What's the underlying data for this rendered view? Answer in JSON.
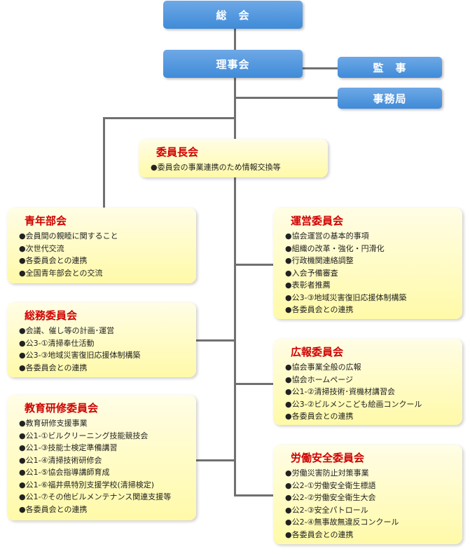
{
  "top": {
    "general_meeting": "総　会",
    "board": "理事会",
    "auditor": "監　事",
    "secretariat": "事務局"
  },
  "committees": [
    {
      "title": "委員長会",
      "items": [
        "委員会の事業連携のため情報交換等"
      ]
    },
    {
      "title": "青年部会",
      "items": [
        "会員間の親睦に関すること",
        "次世代交流",
        "各委員会との連携",
        "全国青年部会との交流"
      ]
    },
    {
      "title": "総務委員会",
      "items": [
        "会議、催し等の計画･運営",
        "公3-①清掃奉仕活動",
        "公3-③地域災害復旧応援体制構築",
        "各委員会との連携"
      ]
    },
    {
      "title": "教育研修委員会",
      "items": [
        "教育研修支援事業",
        "公1-①ビルクリーニング技能競技会",
        "公1-③技能士検定準備講習",
        "公1-④清掃技術研修会",
        "公1-⑤協会指導講師育成",
        "公1-⑥福井県特別支援学校(清掃検定)",
        "公1-⑦その他ビルメンテナンス関連支援等",
        "各委員会との連携"
      ]
    },
    {
      "title": "運営委員会",
      "items": [
        "協会運営の基本的事項",
        "組織の改革・強化・円滑化",
        "行政機関連絡調整",
        "入会予備審査",
        "表彰者推薦",
        "公3-③地域災害復旧応援体制構築",
        "各委員会との連携"
      ]
    },
    {
      "title": "広報委員会",
      "items": [
        "協会事業全般の広報",
        "協会ホームページ",
        "公1-②清掃技術･資機材講習会",
        "公3-②ビルメンこども絵画コンクール",
        "各委員会との連携"
      ]
    },
    {
      "title": "労働安全委員会",
      "items": [
        "労働災害防止対策事業",
        "公2-①労働安全衛生標語",
        "公2-②労働安全衛生大会",
        "公2-③安全パトロール",
        "公2-④無事故無違反コンクール",
        "各委員会との連携"
      ]
    }
  ]
}
